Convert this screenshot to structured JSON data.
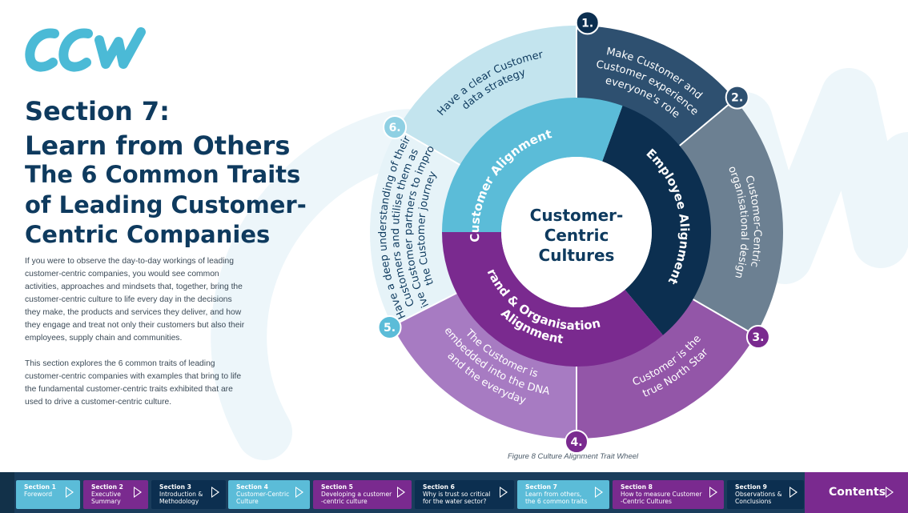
{
  "logo": {
    "text": "CCW"
  },
  "heading": {
    "section": "Section 7:",
    "title": "Learn from Others",
    "subtitle_lines": [
      "The 6 Common Traits",
      "of Leading Customer-",
      "Centric Companies"
    ]
  },
  "body": {
    "paragraph1_lines": [
      "If you were to observe the day-to-day workings of leading",
      "customer-centric companies, you would see common",
      "activities, approaches and mindsets that, together, bring the",
      "customer-centric culture to life every day in the decisions",
      "they make, the products and services they deliver, and how",
      "they engage and treat not only their customers but also their",
      "employees, supply chain and communities."
    ],
    "paragraph2_lines": [
      "This section explores the 6 common traits of leading",
      "customer-centric companies with examples that bring to life",
      "the fundamental customer-centric traits exhibited that are",
      "used to drive a customer-centric culture."
    ]
  },
  "wheel": {
    "center_lines": [
      "Customer-",
      "Centric",
      "Cultures"
    ],
    "middle": [
      {
        "label": "Employee Alignment",
        "color": "#0c2f50"
      },
      {
        "label": "Brand & Organisational",
        "label2": "Alignment",
        "color": "#7a2a8f"
      },
      {
        "label": "Customer Alignment",
        "color": "#5bbcd8"
      }
    ],
    "outer": [
      {
        "number": "1.",
        "lines": [
          "Make Customer and",
          "Customer experience",
          "everyone's role"
        ],
        "color": "#2e5070",
        "badge": "#0c2f50"
      },
      {
        "number": "2.",
        "lines": [
          "Customer-Centric",
          "organisational design"
        ],
        "color": "#6c8092",
        "badge": "#2e5070"
      },
      {
        "number": "3.",
        "lines": [
          "Customer is the",
          "true North Star"
        ],
        "color": "#9356a8",
        "badge": "#7a2a8f"
      },
      {
        "number": "4.",
        "lines": [
          "The Customer is",
          "embedded into the DNA",
          "and the everyday"
        ],
        "color": "#a77bc2",
        "badge": "#7a2a8f"
      },
      {
        "number": "5.",
        "lines": [
          "Have a deep understanding of their",
          "Customers and utilise them as",
          "active Customer partners to improve",
          "the Customer journey"
        ],
        "color": "#e6f3f8",
        "badge": "#5bbcd8"
      },
      {
        "number": "6.",
        "lines": [
          "Have a clear Customer",
          "data strategy"
        ],
        "color": "#c3e4ee",
        "badge": "#8fd0e3"
      }
    ]
  },
  "caption": "Figure 8 Culture Alignment Trait Wheel",
  "nav": {
    "items": [
      {
        "title": "Section 1",
        "desc": [
          "Foreword"
        ],
        "color": "light"
      },
      {
        "title": "Section 2",
        "desc": [
          "Executive",
          "Summary"
        ],
        "color": "purple"
      },
      {
        "title": "Section 3",
        "desc": [
          "Introduction &",
          "Methodology"
        ],
        "color": "navy"
      },
      {
        "title": "Section 4",
        "desc": [
          "Customer-Centric",
          "Culture"
        ],
        "color": "light"
      },
      {
        "title": "Section 5",
        "desc": [
          "Developing a customer",
          "-centric culture"
        ],
        "color": "purple"
      },
      {
        "title": "Section 6",
        "desc": [
          "Why is trust so critical",
          "for the water sector?"
        ],
        "color": "navy"
      },
      {
        "title": "Section 7",
        "desc": [
          "Learn from others,",
          "the 6 common traits"
        ],
        "color": "light"
      },
      {
        "title": "Section 8",
        "desc": [
          "How to measure Customer",
          "-Centric Cultures"
        ],
        "color": "purple"
      },
      {
        "title": "Section 9",
        "desc": [
          "Observations &",
          "Conclusions"
        ],
        "color": "navy"
      }
    ],
    "contents_label": "Contents"
  }
}
